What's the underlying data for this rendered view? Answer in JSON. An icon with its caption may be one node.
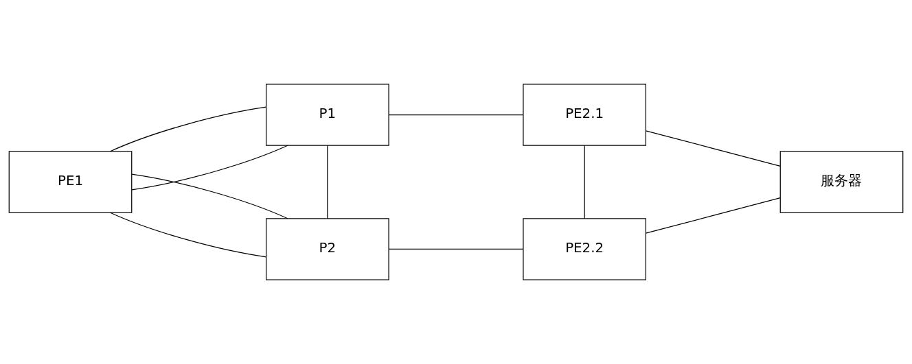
{
  "diagram": {
    "nodes": [
      {
        "text": [
          "PE1"
        ]
      },
      {
        "text": [
          "P1"
        ]
      },
      {
        "text": [
          "P2"
        ]
      },
      {
        "text": [
          "PE2.1"
        ]
      },
      {
        "text": [
          "PE2.2"
        ]
      },
      {
        "text": [
          "服务器"
        ]
      }
    ],
    "edges": [
      {
        "from": 0,
        "to": 1,
        "arrow": "none"
      },
      {
        "from": 0,
        "to": 1,
        "arrow": "none"
      },
      {
        "from": 0,
        "to": 2,
        "arrow": "none"
      },
      {
        "from": 0,
        "to": 2,
        "arrow": "none"
      },
      {
        "from": 1,
        "to": 2,
        "arrow": "none"
      },
      {
        "from": 1,
        "to": 3,
        "arrow": "none"
      },
      {
        "from": 2,
        "to": 4,
        "arrow": "none"
      },
      {
        "from": 3,
        "to": 4,
        "arrow": "none"
      },
      {
        "from": 3,
        "to": 5,
        "arrow": "none"
      },
      {
        "from": 4,
        "to": 5,
        "arrow": "none"
      }
    ]
  }
}
